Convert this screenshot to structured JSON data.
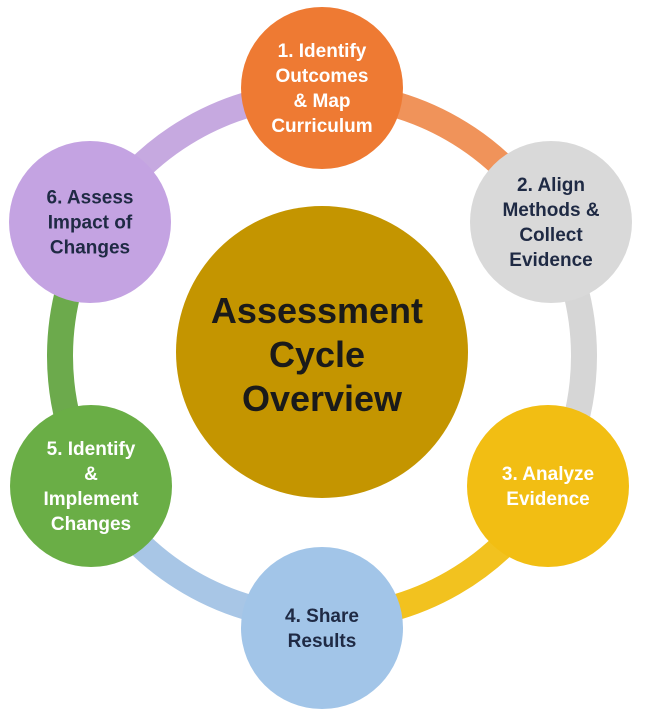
{
  "center": {
    "lines": [
      "Assessment",
      "Cycle",
      "Overview"
    ],
    "color": "#C49500",
    "text_color": "#1a1a1a"
  },
  "steps": [
    {
      "lines": [
        "1. Identify",
        "Outcomes",
        "& Map",
        "Curriculum"
      ],
      "color": "#EE7A33",
      "ring_color": "#F0935A",
      "text_color": "#ffffff"
    },
    {
      "lines": [
        "2. Align",
        "Methods &",
        "Collect",
        "Evidence"
      ],
      "color": "#D9D9D9",
      "ring_color": "#D6D6D6",
      "text_color": "#1f2a44"
    },
    {
      "lines": [
        "3. Analyze",
        "Evidence"
      ],
      "color": "#F2BE13",
      "ring_color": "#F2C21F",
      "text_color": "#ffffff"
    },
    {
      "lines": [
        "4. Share",
        "Results"
      ],
      "color": "#A2C5E8",
      "ring_color": "#A8C6E6",
      "text_color": "#1f2a44"
    },
    {
      "lines": [
        "5. Identify",
        "&",
        "Implement",
        "Changes"
      ],
      "color": "#6AAE46",
      "ring_color": "#6CAA4C",
      "text_color": "#ffffff"
    },
    {
      "lines": [
        "6. Assess",
        "Impact of",
        "Changes"
      ],
      "color": "#C4A3E2",
      "ring_color": "#C6A9E0",
      "text_color": "#1f2a44"
    }
  ]
}
